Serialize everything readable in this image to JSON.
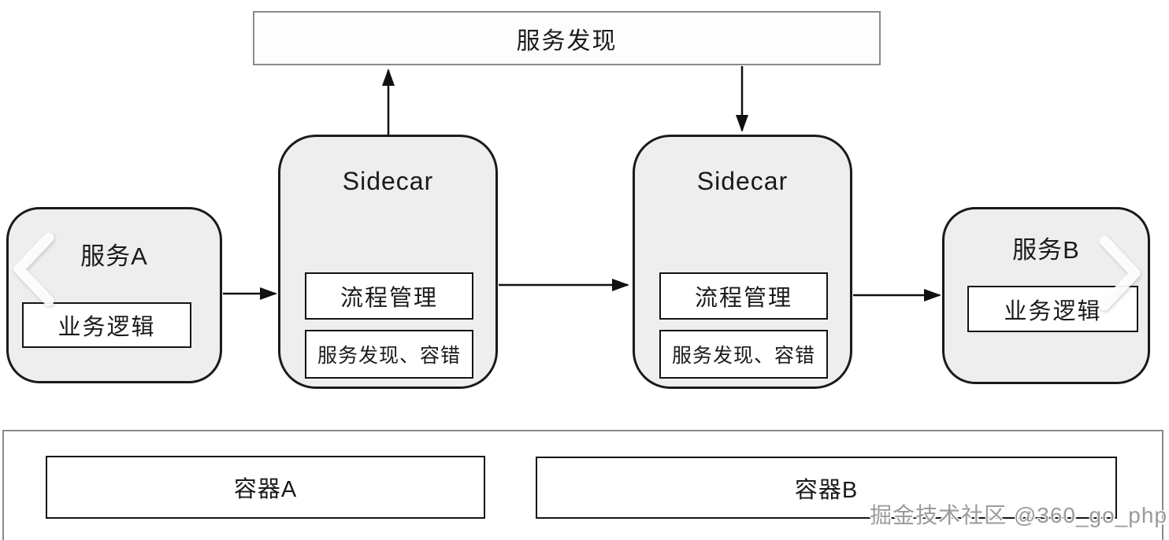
{
  "discovery": {
    "label": "服务发现"
  },
  "sidecar_left": {
    "title": "Sidecar",
    "modules": [
      "流程管理",
      "服务发现、容错"
    ]
  },
  "sidecar_right": {
    "title": "Sidecar",
    "modules": [
      "流程管理",
      "服务发现、容错"
    ]
  },
  "service_a": {
    "title": "服务A",
    "module": "业务逻辑"
  },
  "service_b": {
    "title": "服务B",
    "module": "业务逻辑"
  },
  "container_a": {
    "label": "容器A"
  },
  "container_b": {
    "label": "容器B"
  },
  "watermark": "掘金技术社区 @360_go_php",
  "colors": {
    "node_fill": "#eeeeee",
    "node_border": "#1a1a1a",
    "frame_border": "#8a8a8a",
    "arrow": "#111111",
    "watermark_text": "#9b9b9b",
    "chevron": "#ffffff"
  }
}
